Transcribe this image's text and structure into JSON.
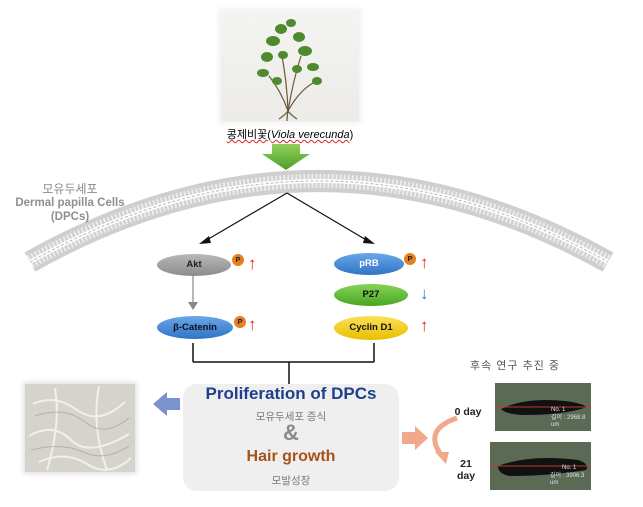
{
  "plant": {
    "caption_prefix": "콩제비꽃(",
    "caption_italic": "Viola verecunda",
    "caption_suffix": ")"
  },
  "dpc": {
    "korean": "모유두세포",
    "english_line1": "Dermal papilla Cells",
    "english_line2": "(DPCs)"
  },
  "left_pathway": {
    "akt": "Akt",
    "beta_catenin": "β-Catenin",
    "phospho": "P"
  },
  "right_pathway": {
    "prb": "pRB",
    "p27": "P27",
    "cyclin_d1": "Cyclin D1",
    "phospho": "P"
  },
  "indicators": {
    "up_arrow": "↑",
    "down_arrow": "↓",
    "up_color": "#e02020",
    "down_color": "#2a7fd4"
  },
  "result_box": {
    "title": "Proliferation of DPCs",
    "title_sub": "모유두세포 증식",
    "ampersand": "&",
    "hair_growth": "Hair growth",
    "hair_sub": "모발성장"
  },
  "follow_up": {
    "label": "후속 연구 추진 중",
    "day0": "0 day",
    "day21_line1": "21",
    "day21_line2": "day",
    "photo1_no": "No. 1",
    "photo1_len": "길이 : 2968.8 um",
    "photo2_no": "No. 1",
    "photo2_len": "길이 : 3906.3 um"
  },
  "colors": {
    "akt_fill": "#9a9a9a",
    "blue_fill": "#3f86d8",
    "green_fill": "#5cb82e",
    "yellow_fill": "#f2cc10",
    "arrow_green": "#69b83a",
    "arrow_blue_left": "#7c92cf",
    "arrow_orange": "#f2a98a",
    "title_blue": "#1f3f8c",
    "hair_brown": "#a65318"
  },
  "icons": [
    "green-down-arrow-icon",
    "blue-left-arrow-icon",
    "orange-right-arrow-icon",
    "curved-arrow-icon",
    "phospho-badge-icon"
  ]
}
